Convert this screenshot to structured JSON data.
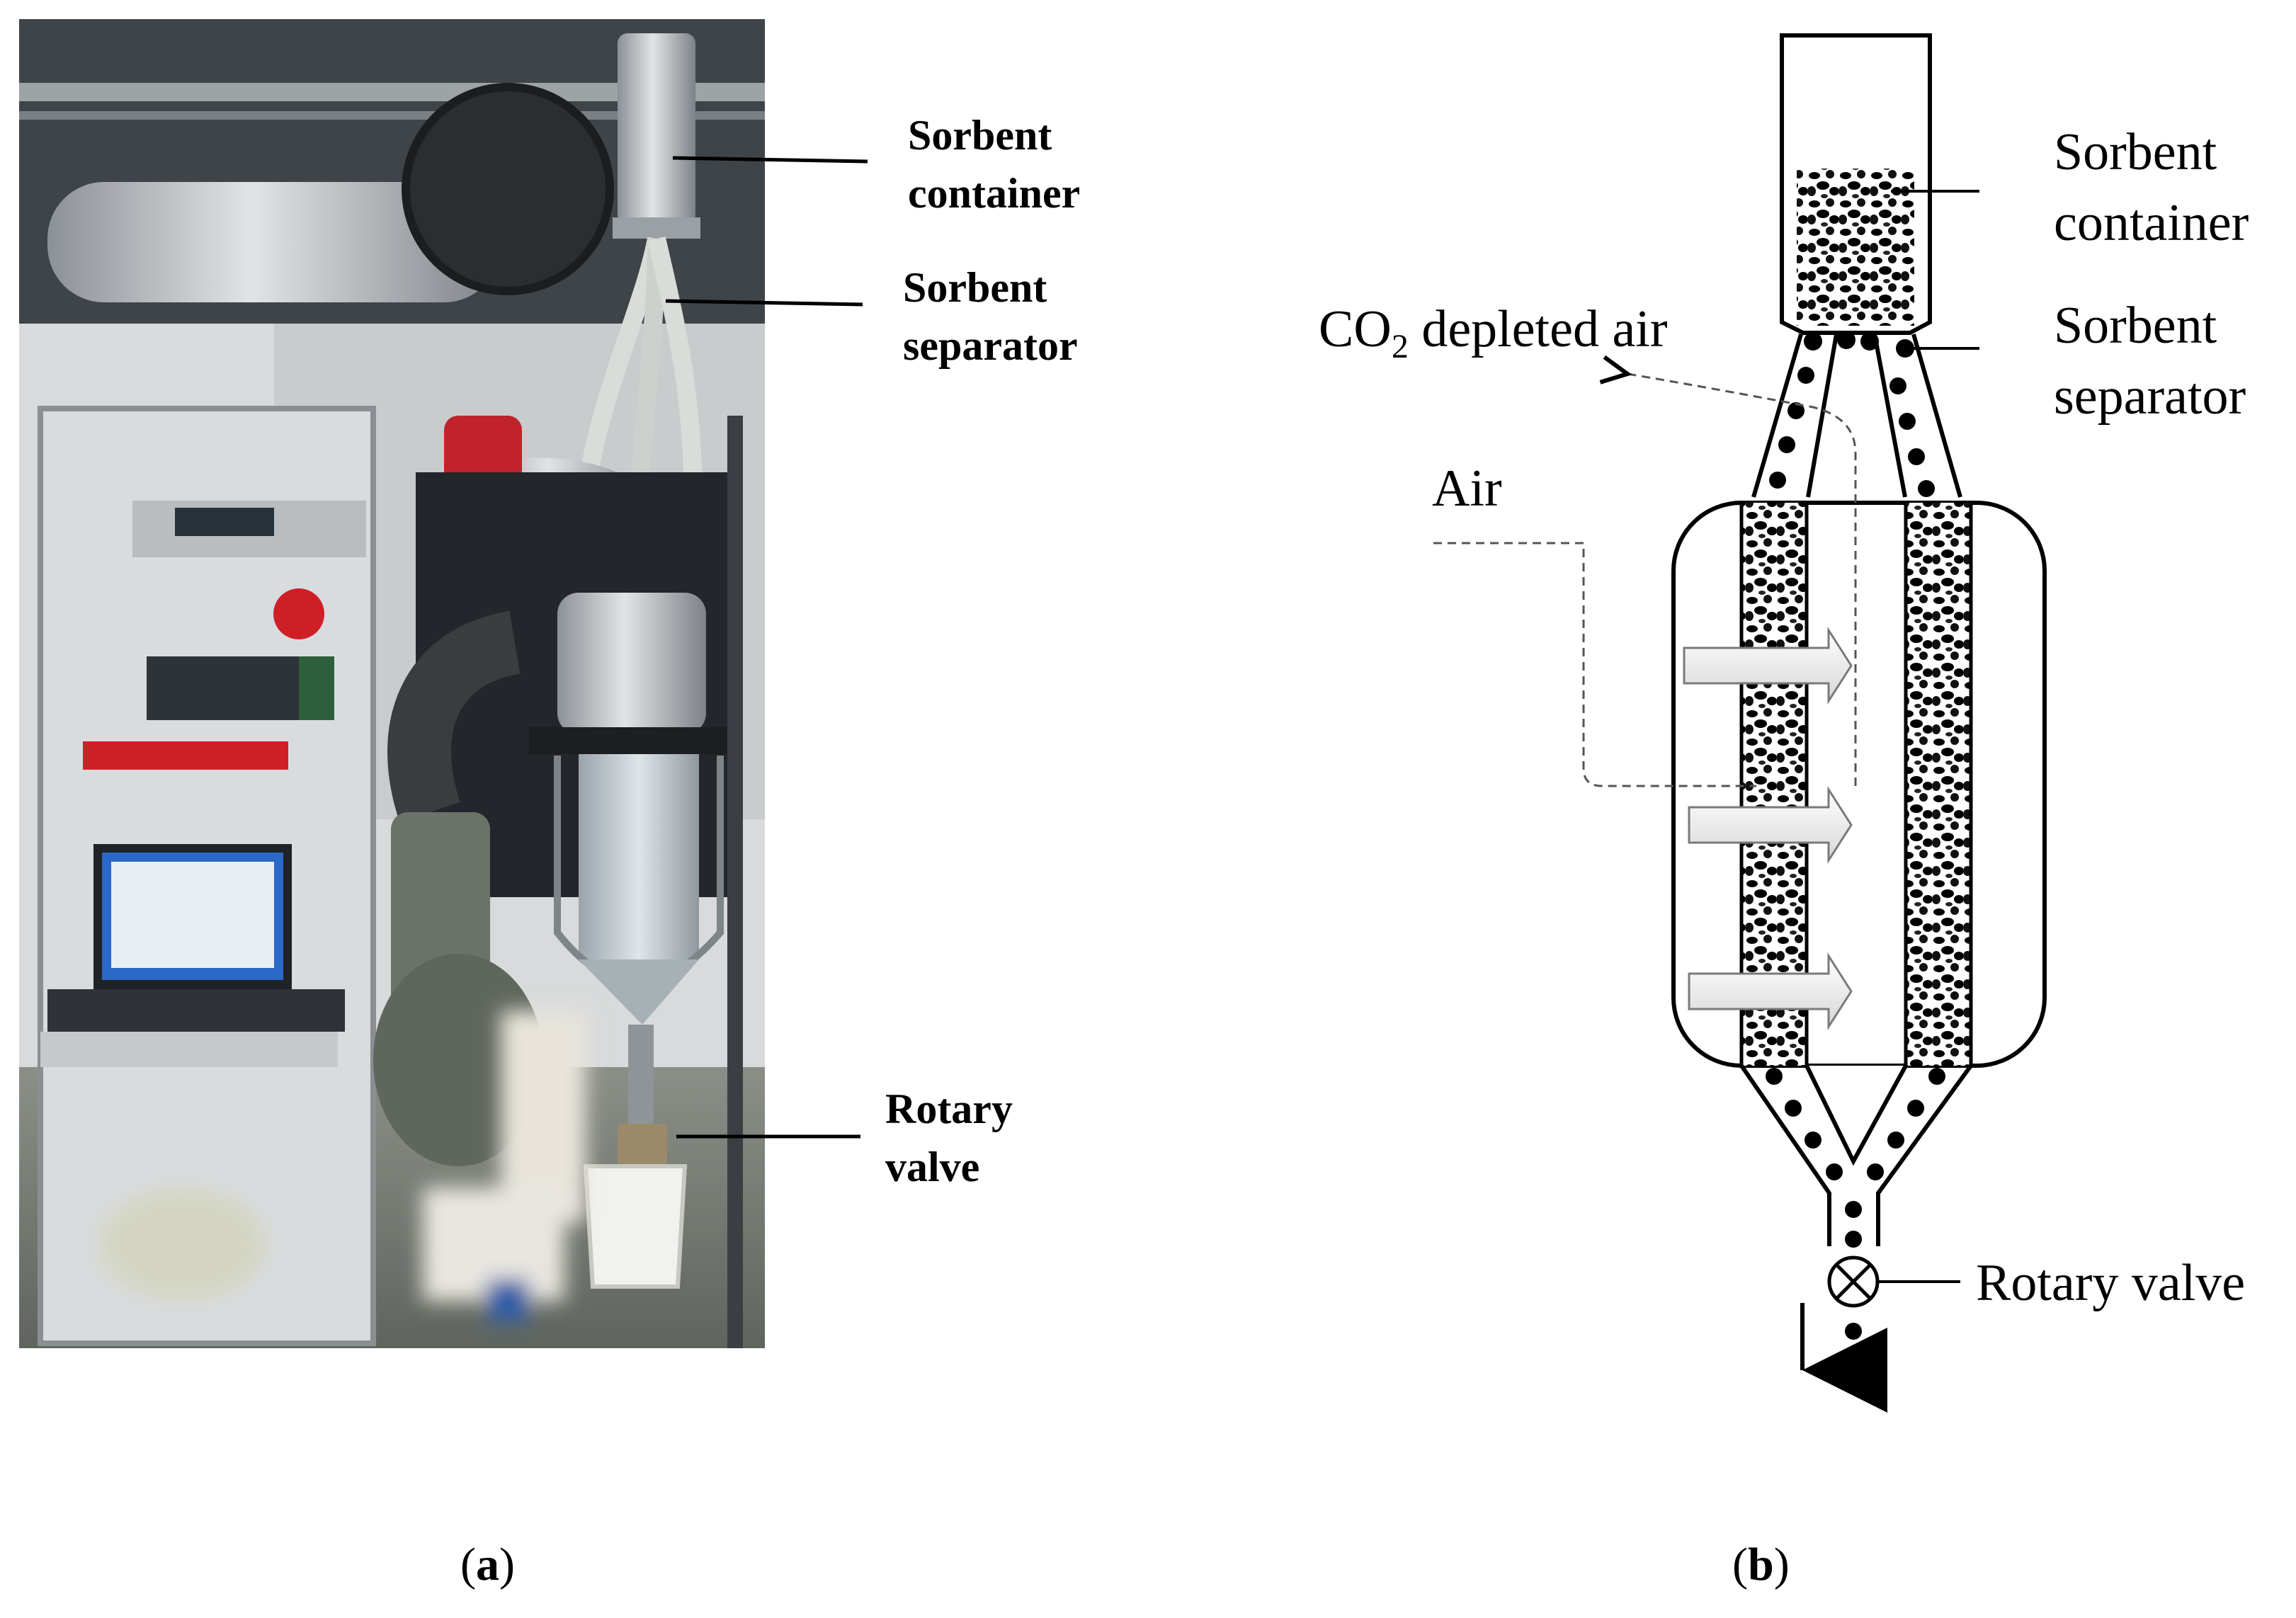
{
  "panel_a": {
    "labels": {
      "sorbent_container": [
        "Sorbent",
        "container"
      ],
      "sorbent_separator": [
        "Sorbent",
        "separator"
      ],
      "rotary_valve": [
        "Rotary",
        "valve"
      ]
    },
    "caption_letter": "a"
  },
  "panel_b": {
    "labels": {
      "sorbent_container": [
        "Sorbent",
        "container"
      ],
      "sorbent_separator": [
        "Sorbent",
        "separator"
      ],
      "co2_prefix": "CO",
      "co2_sub": "2",
      "co2_suffix": " depleted air",
      "air": "Air",
      "rotary_valve": "Rotary valve"
    },
    "caption_letter": "b"
  },
  "colors": {
    "ink": "#000000",
    "duct": "#b7b9bb",
    "flange_red": "#c0242a",
    "rack": "#d9dcdf",
    "screen_blue": "#2a69c9"
  }
}
